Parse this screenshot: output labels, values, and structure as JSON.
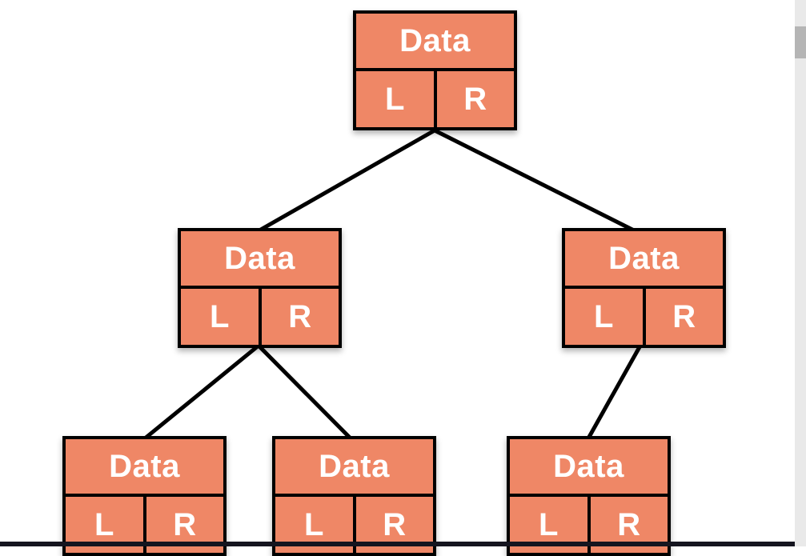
{
  "tree": {
    "fill_color": "#EF8766",
    "border_color": "#000000",
    "edge_color": "#000000",
    "label_color": "#FFFFFF",
    "nodes": [
      {
        "id": "root",
        "data_label": "Data",
        "left_label": "L",
        "right_label": "R"
      },
      {
        "id": "left-child",
        "data_label": "Data",
        "left_label": "L",
        "right_label": "R"
      },
      {
        "id": "right-child",
        "data_label": "Data",
        "left_label": "L",
        "right_label": "R"
      },
      {
        "id": "bottom-left",
        "data_label": "Data",
        "left_label": "L",
        "right_label": "R"
      },
      {
        "id": "bottom-middle",
        "data_label": "Data",
        "left_label": "L",
        "right_label": "R"
      },
      {
        "id": "bottom-right",
        "data_label": "Data",
        "left_label": "L",
        "right_label": "R"
      }
    ],
    "edges": [
      {
        "from": "root",
        "to": "left-child"
      },
      {
        "from": "root",
        "to": "right-child"
      },
      {
        "from": "left-child",
        "to": "bottom-left"
      },
      {
        "from": "left-child",
        "to": "bottom-middle"
      },
      {
        "from": "right-child",
        "to": "bottom-right"
      }
    ]
  },
  "scrollbar": {
    "track_color": "#E9E9E9",
    "thumb_color": "#B5B5B5"
  },
  "bottom_bar": {
    "color": "#15151F"
  }
}
